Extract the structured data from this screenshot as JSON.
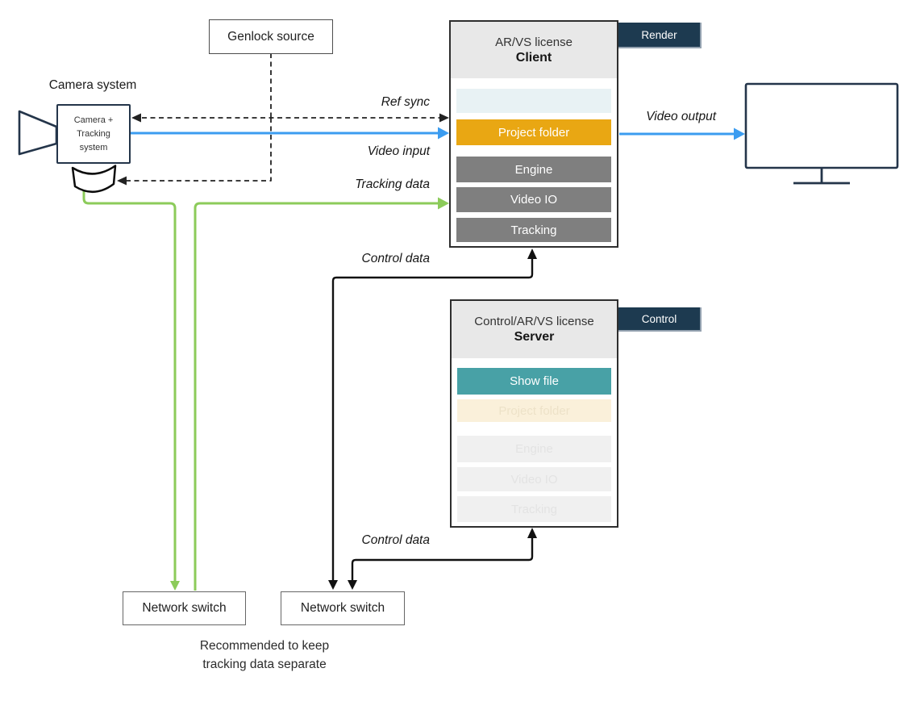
{
  "colors": {
    "navy": "#1D3A50",
    "ink": "#24354A",
    "blue": "#3B9CF0",
    "green": "#8CCB5A",
    "orange": "#E9A713",
    "teal": "#48A1A6",
    "grayrow": "#7F7F7F",
    "headerbg": "#E8E8E8",
    "blankteal": "#E8F2F4",
    "cream": "#FAF0DA",
    "faintrow": "#F0F0F0"
  },
  "camera": {
    "label": "Camera system",
    "box_lines": [
      "Camera +",
      "Tracking",
      "system"
    ]
  },
  "genlock": {
    "label": "Genlock source"
  },
  "client": {
    "license": "AR/VS license",
    "role": "Client",
    "tag": "Render",
    "rows": [
      {
        "label": ""
      },
      {
        "label": "Project folder"
      },
      {
        "label": "Engine"
      },
      {
        "label": "Video IO"
      },
      {
        "label": "Tracking"
      }
    ]
  },
  "server": {
    "license": "Control/AR/VS license",
    "role": "Server",
    "tag": "Control",
    "rows": [
      {
        "label": "Show file"
      },
      {
        "label": "Project folder"
      },
      {
        "label": "Engine"
      },
      {
        "label": "Video IO"
      },
      {
        "label": "Tracking"
      }
    ]
  },
  "switches": {
    "left": "Network switch",
    "right": "Network switch"
  },
  "labels": {
    "ref_sync": "Ref sync",
    "video_input": "Video input",
    "tracking_data": "Tracking data",
    "video_output": "Video output",
    "control_data_upper": "Control data",
    "control_data_lower": "Control data"
  },
  "caption": {
    "line1": "Recommended to keep",
    "line2": "tracking data separate"
  }
}
